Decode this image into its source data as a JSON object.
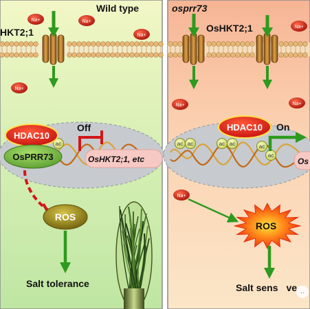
{
  "left_panel": {
    "title": "Wild type",
    "transporter_label": "HKT2;1",
    "ion_label": "Na+",
    "hdac_label": "HDAC10",
    "prr_label": "OsPRR73",
    "switch_label": "Off",
    "gene_label": "OsHKT2;1, etc",
    "ac_label": "ac",
    "ros_label": "ROS",
    "outcome_label": "Salt tolerance"
  },
  "right_panel": {
    "title": "osprr73",
    "transporter_label": "OsHKT2;1",
    "ion_label": "Na+",
    "hdac_label": "HDAC10",
    "switch_label": "On",
    "gene_label_partial": "Os",
    "ac_label": "ac",
    "ros_label": "ROS",
    "outcome_label": "Salt sens",
    "outcome_tail": "ve"
  },
  "watermark_glyph": "··",
  "colors": {
    "left_bg_top": "#f2f7c6",
    "left_bg_bottom": "#bfe6a3",
    "right_bg_top": "#f6b595",
    "right_bg_bottom": "#fbe3c2",
    "membrane_head": "#e6b77a",
    "channel": "#b8731c",
    "arrow_green": "#2e9a1f",
    "inhibit_red": "#d2161a",
    "hdac_fill": "#e01818",
    "prr_fill": "#7ec14a",
    "ac_fill": "#e4ec8c",
    "gene_box": "#f7c9c4",
    "nucleus": "#c8ccd0",
    "ros_left": "#8a7a12",
    "ros_right": "#ff5a0a"
  }
}
